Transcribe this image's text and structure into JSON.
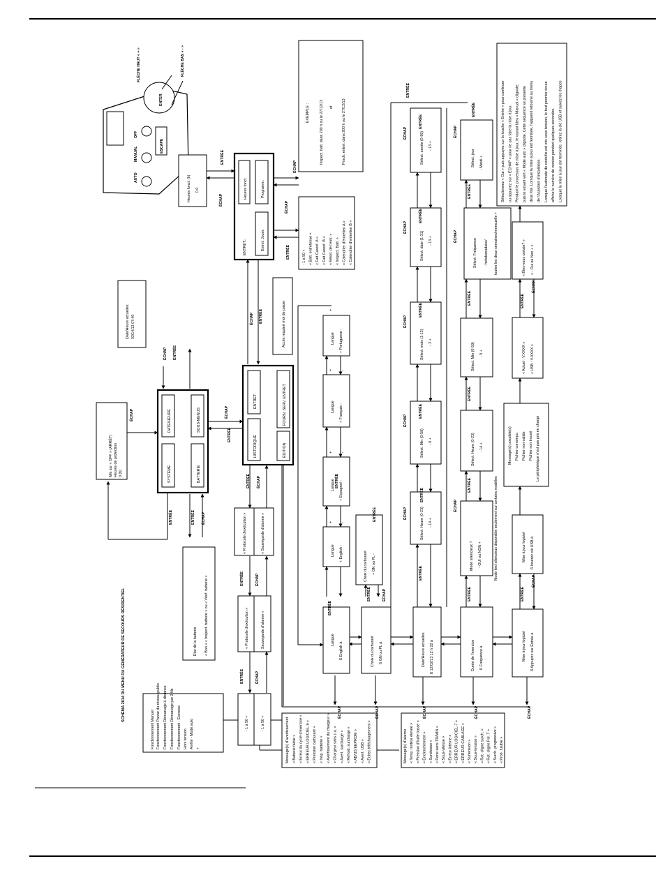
{
  "title": "SCHÉMA 2014 DU MENU DU GÉNÉRATEUR DE SECOURS RÉSIDENTIEL",
  "panel": {
    "btn_auto": "AUTO",
    "btn_manual": "MANUAL",
    "btn_off": "OFF",
    "btn_enter": "ENTER",
    "btn_escape": "ESCAPE",
    "arrow_up_label": "FLÈCHE HAUT « + »",
    "arrow_down_label": "FLÈCHE BAS « - »"
  },
  "labels": {
    "entree": "ENTRÉE",
    "echap": "ÉCHAP"
  },
  "boxes": {
    "mode_off": [
      "Mis sur « OFF » (ARRÊT)",
      "Heures de protection",
      "0 (h)"
    ],
    "datetime_current": [
      "Date/Heure actuelles",
      "02/14/13  07:40"
    ],
    "main_menu": {
      "date_heure": "DATE/HEURE",
      "sous_menus": "SOUS-MENUS",
      "systeme": "SYSTÈME",
      "batterie": "BATTERIE"
    },
    "battery_state": [
      "État de la batterie",
      "« Bon » « Inspect. batterie » ou « Vérif. batterie »"
    ],
    "system_modes": [
      "Fonctionnement Manuel",
      "Fonctionnement Panne du réseau public",
      "Fonctionnement Démarrage à distance",
      "Fonctionnement Démarrage par 2 fils",
      "Fonctionnement - Exercice",
      "Hors tension",
      "Arrêté - Mode auto",
      "+"
    ],
    "counter": [
      "- 1 à 50 +",
      "- 1 à 50 +"
    ],
    "submenu": {
      "historique": "HISTORIQUE",
      "entret": "ENTRET.",
      "edition": "ÉDITION",
      "fourn_serv": "FOURN. SERV. ENTRET."
    },
    "password": "Accès requiert mot de passe",
    "logs_top": [
      "« Protocole d'exécution »",
      "« Sauvegarde d'alarme »"
    ],
    "logs_main": [
      "« Protocole d'exécution »",
      "Sauvegarde d'alarme »"
    ],
    "warnings": [
      "Message(s) d'avertissement",
      "« Batterie faible »",
      "« Erreur du cycle d'exercice »",
      "« ERREUR LOGICIEL-9 »",
      "« Pression carburant »",
      "« Insp. batterie »",
      "« Avertissement du chargeur »",
      "« Chargeur sans c.a. »",
      "« Avert. surcharge »",
      "« Refroid. surcharge »",
      "« AB/US EEPROM »",
      "« Avert. USB »",
      "« Échec téléchargement »"
    ],
    "alarms": [
      "Message(s) d'alarme",
      "« Temp. moteur élevée »",
      "« Pression d'huile basse »",
      "« Enclenchement »",
      "« Survitesse »",
      "« Perte sens TR/MIN »",
      "« Sous-vitesse »",
      "« Erreur interne »",
      "« ERREUR LOGICIEL-7 »",
      "« ERREUR CÂBLAGE »",
      "« Surtension »",
      "« Sous-tension »",
      "« Rat. cligne surch. »",
      "« Rat. cligne Pol. T »",
      "« Surch. progressive »",
      "« Prob. fusible »"
    ],
    "maintenance": {
      "header": "ENTRET.:",
      "heures_fonct": "Heures fonct.",
      "programm": "Programm.",
      "entret_journ": "Entret. Journ."
    },
    "hours_run": [
      "Heures fonct. (h)",
      "0.0"
    ],
    "example": [
      "EXEMPLE :",
      "Inspect. batt. dans 200 h ou le 27/12/13",
      "et",
      "Proch. entret. dans 200 h ou le 27/12/13"
    ],
    "maint_list": [
      "- 1 à 50 +",
      "« Batt. entretenue »",
      "« Fait Carenf. A »",
      "« Fait Carenf. B »",
      "« Réinit. de l'entr. »",
      "« Inspect. Batt. »",
      "« Calendrier d'entretien A »",
      "« Calendrier d'entretien B »"
    ],
    "lang1": [
      "Langue",
      "+ English -"
    ],
    "lang2": [
      "Langue",
      "+ Espagnol -"
    ],
    "lang3": [
      "Langue",
      "+ Français -"
    ],
    "lang4": [
      "Langue",
      "+ Portuguese -"
    ],
    "lang_main": [
      "Langue",
      "ß  English  à"
    ],
    "fuel_main": [
      "Choix du carburant",
      "ß  GN ou PL  à"
    ],
    "fuel_select": [
      "Choix du carburant",
      "+ GN ou PL -"
    ],
    "dt_main": [
      "Date/Heure actuelles",
      "ß  12/02/13  12 h 22  à"
    ],
    "sel_heure": [
      "Sélect. Heure (0-23)",
      "- 14 +"
    ],
    "sel_min": [
      "Sélect. Min (0-59)",
      "- 0 +"
    ],
    "sel_mois": [
      "Sélect. mois (1-12)",
      "- 2 +"
    ],
    "sel_date": [
      "Sélect. date (1-31)",
      "- 13 +"
    ],
    "sel_annee": [
      "Sélect. année (0-99)",
      "- 13 +"
    ],
    "ex_main": [
      "Durée de l'exercice",
      "ß  Fréquence  à"
    ],
    "quiet": [
      "Mode silencieux ?",
      "- OUI ou NON +"
    ],
    "quiet_note": [
      "Mode test silencieux disponible seulement sur certains modèles"
    ],
    "ex_heure": [
      "Sélect. Heure (0-23)",
      "- 14 +"
    ],
    "ex_min": [
      "Sélect. Min (0-59)",
      "- 0 +"
    ],
    "frequence": [
      "Sélect. Fréquence",
      "- hebdomadaire/",
      "toutes les deux semaines/mensuelle +"
    ],
    "jour": [
      "Sélect. jour",
      "- Mardi +"
    ],
    "fw_main": [
      "Mise à jour logiciel",
      "ß  Appuyez sur Entrée  à"
    ],
    "fw_usb": [
      "Mise à jour logiciel",
      "ß  Insérez clé USB  à"
    ],
    "fw_msgs": [
      "Message(s) possible(s)",
      "Fichier corrompu",
      "Fichier non valide",
      "Fichier non trouvé",
      "Le périphérique n'est pas pris en charge"
    ],
    "fw_version": [
      "« Actuel : V.XXXX »",
      "« USB :       V.XXXX »"
    ],
    "fw_confirm": [
      "« Êtes-vous certain? »",
      "« - Oui ou Non + »"
    ],
    "instructions": [
      "Sélectionnez « Oui » puis appuyez sur la touche « Entrée » pour continuer",
      "ou appuyez sur « ÉCHAP » pour ne pas faire la mise à jour.",
      "Pendant le processus de mise à jour, le voyant bleu « Manual » clignote,",
      "puis le voyant vert « Mode auto » clignote. Cette séquence se présente",
      "deux fois. Lorsque la mise à jour est terminée, l'appareil retourne au menu",
      "de l'Assistant d'installation.",
      "Lorsque l'automate de contrôle est mis sous tension, le tout premier écran",
      "affiche le numéro de version pendant quelques secondes.",
      "Lorsque la mise à jour est terminée, retirez la clé USB et suivez les étapes"
    ]
  }
}
